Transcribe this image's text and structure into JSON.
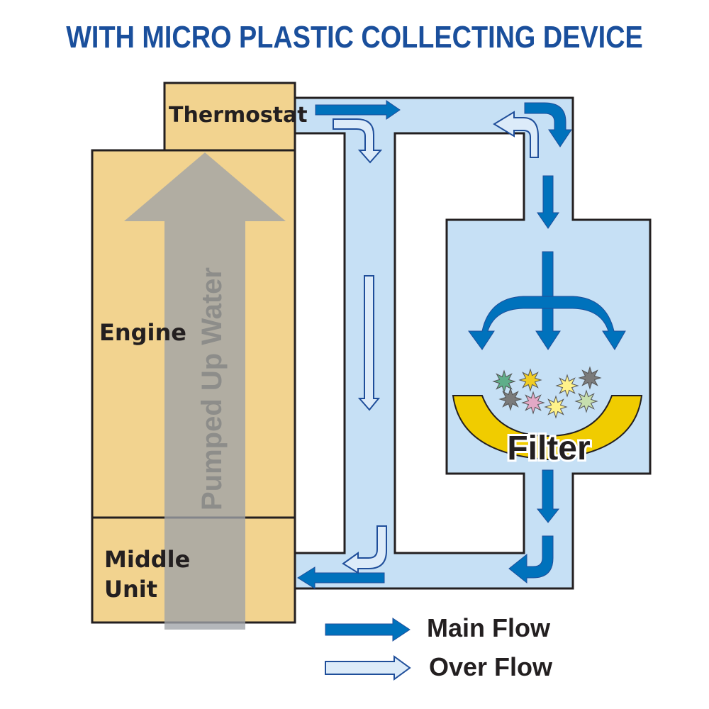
{
  "title": "WITH MICRO PLASTIC COLLECTING DEVICE",
  "components": {
    "thermostat": "Thermostat",
    "engine": "Engine",
    "middle_unit_line1": "Middle",
    "middle_unit_line2": "Unit",
    "pumped_water": "Pumped Up Water",
    "filter": "Filter"
  },
  "legend": {
    "main_flow": "Main Flow",
    "over_flow": "Over Flow"
  },
  "colors": {
    "title": "#1a4f9c",
    "main_flow": "#0072bc",
    "over_flow_fill": "#dcebf9",
    "over_flow_stroke": "#1f4e9a",
    "pipe": "#c6e0f5",
    "engine": "#f2d38f",
    "filter_bowl": "#f0cc00",
    "pump_arrow": "#a8a494"
  },
  "particles": [
    {
      "color": "#5fae8a"
    },
    {
      "color": "#f0cc22"
    },
    {
      "color": "#7a7a7a"
    },
    {
      "color": "#e3a9c6"
    },
    {
      "color": "#fff28a"
    },
    {
      "color": "#fff28a"
    },
    {
      "color": "#7a7a7a"
    },
    {
      "color": "#c7dfae"
    }
  ]
}
